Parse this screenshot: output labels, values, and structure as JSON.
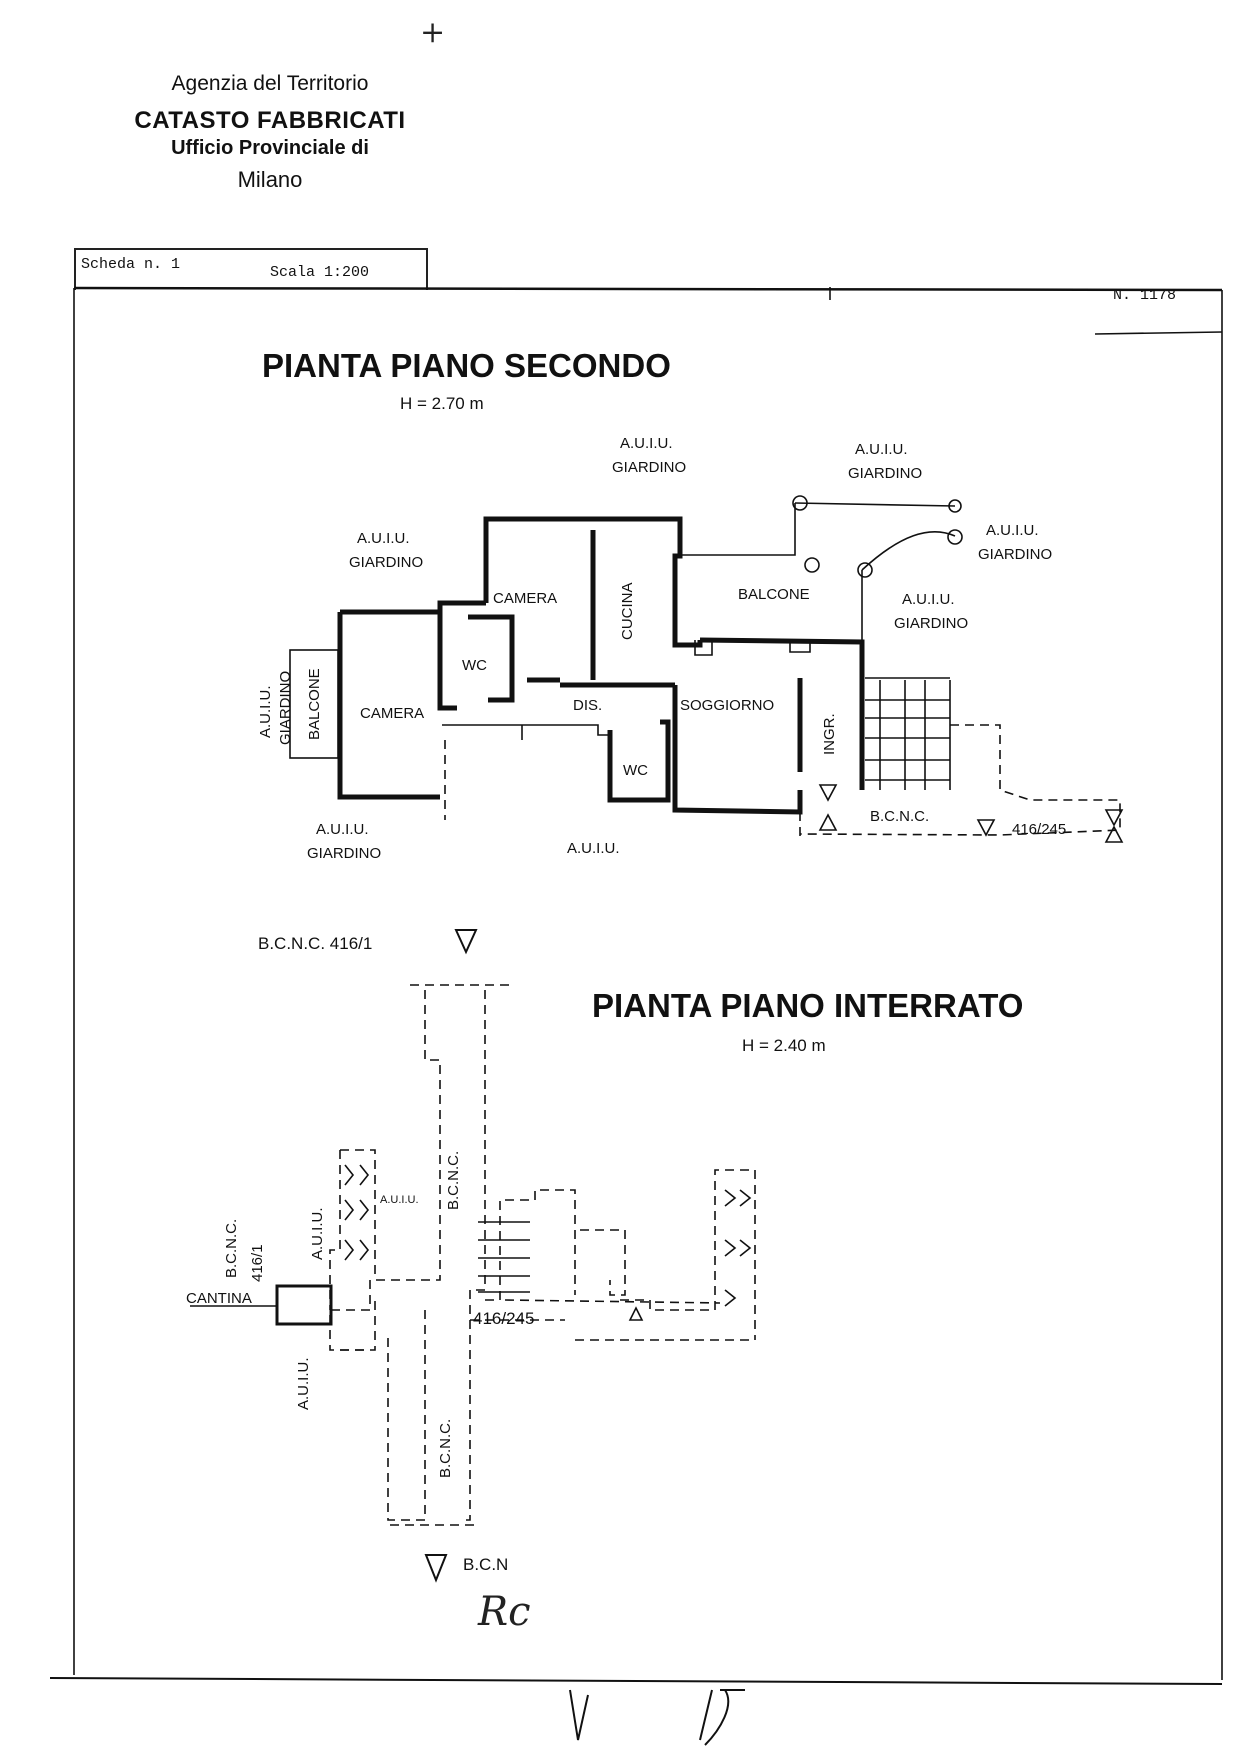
{
  "header": {
    "agency": "Agenzia del Territorio",
    "catasto": "CATASTO FABBRICATI",
    "ufficio": "Ufficio Provinciale di",
    "city": "Milano"
  },
  "sheet": {
    "scheda": "Scheda n. 1",
    "scala": "Scala 1:200",
    "number": "N.  1178"
  },
  "plan_second": {
    "title": "PIANTA PIANO SECONDO",
    "height": "H = 2.70 m",
    "rooms": {
      "camera_top": "CAMERA",
      "cucina": "CUCINA",
      "balcone_right": "BALCONE",
      "wc_left": "WC",
      "camera_left": "CAMERA",
      "balcone_left": "BALCONE",
      "dis": "DIS.",
      "soggiorno": "SOGGIORNO",
      "ingr": "INGR.",
      "wc_bottom": "WC"
    },
    "surroundings": {
      "auiu_line": "A.U.I.U.",
      "giardino": "GIARDINO",
      "auiu_bottom": "A.U.I.U.",
      "bcnc": "B.C.N.C.",
      "sub": "416/245",
      "bcnc_ref": "B.C.N.C.  416/1"
    }
  },
  "plan_basement": {
    "title": "PIANTA PIANO INTERRATO",
    "height": "H = 2.40 m",
    "labels": {
      "bcnc": "B.C.N.C.",
      "auiu": "A.U.I.U.",
      "auiu_small": "A.U.I.U.",
      "bcnc_vertical": "B.C.N.C.",
      "ref": "416/1",
      "cantina": "CANTINA",
      "sub": "416/245",
      "bcnc_bottom": "B.C.N"
    }
  },
  "handwriting": {
    "initials": "Rc",
    "mark_top": "+"
  }
}
